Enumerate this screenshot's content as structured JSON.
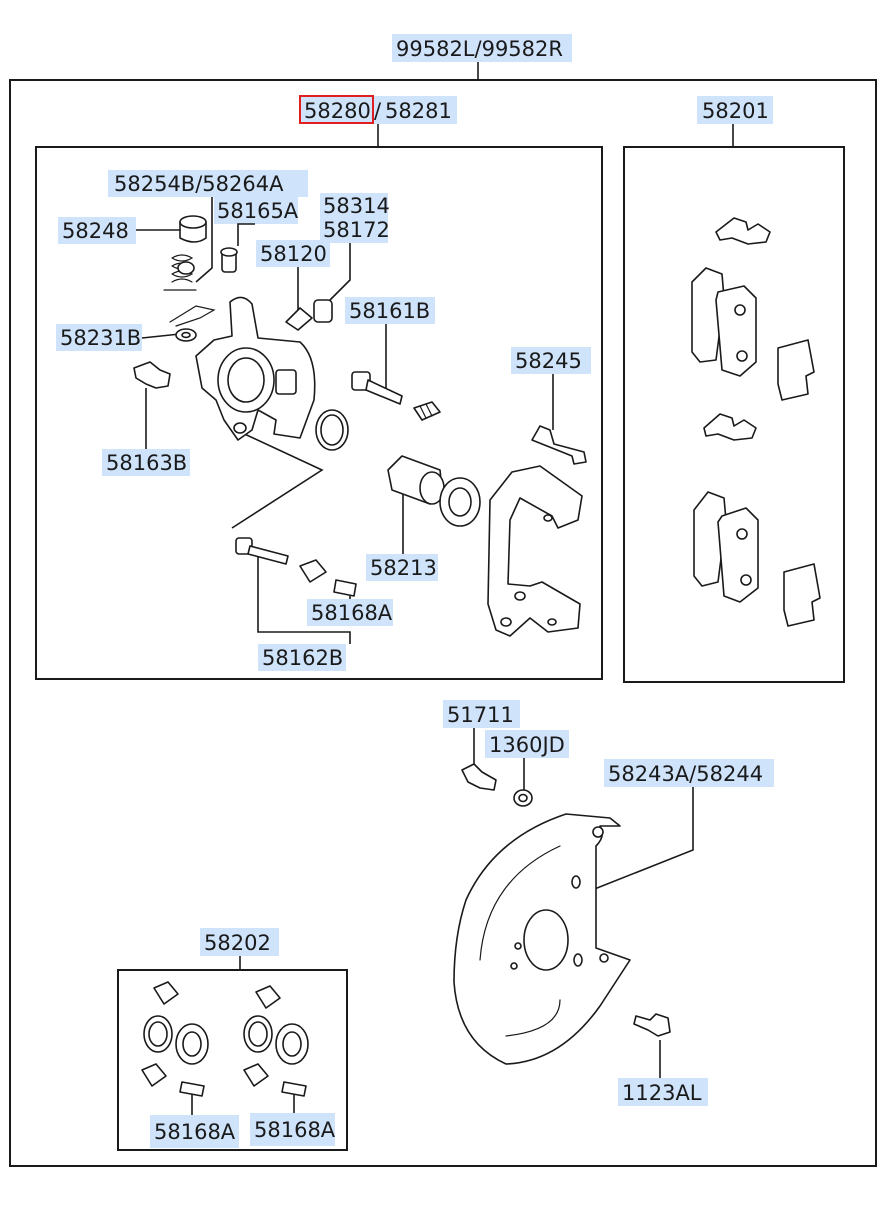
{
  "diagram": {
    "labels": {
      "assembly": "99582L/99582R",
      "caliper_main": "58280",
      "caliper_sep": "/",
      "caliper_alt": "58281",
      "pad_kit": "58201",
      "spring_guide": "58254B/58264A",
      "bleeder_cap": "58248",
      "bleeder_screw": "58165A",
      "part_58314": "58314",
      "part_58172": "58172",
      "part_58120": "58120",
      "guide_pin_a": "58161B",
      "washer": "58231B",
      "shim_spring": "58245",
      "bolt_58163b": "58163B",
      "piston": "58213",
      "boot_a": "58168A",
      "guide_pin_b": "58162B",
      "bolt_51711": "51711",
      "nut_1360jd": "1360JD",
      "dust_cover": "58243A/58244",
      "seal_kit": "58202",
      "seal_kit_boot_left": "58168A",
      "seal_kit_boot_right": "58168A",
      "bolt_1123al": "1123AL"
    },
    "highlight_color": "#e02020",
    "label_highlight_color": "#cfe3fb"
  }
}
